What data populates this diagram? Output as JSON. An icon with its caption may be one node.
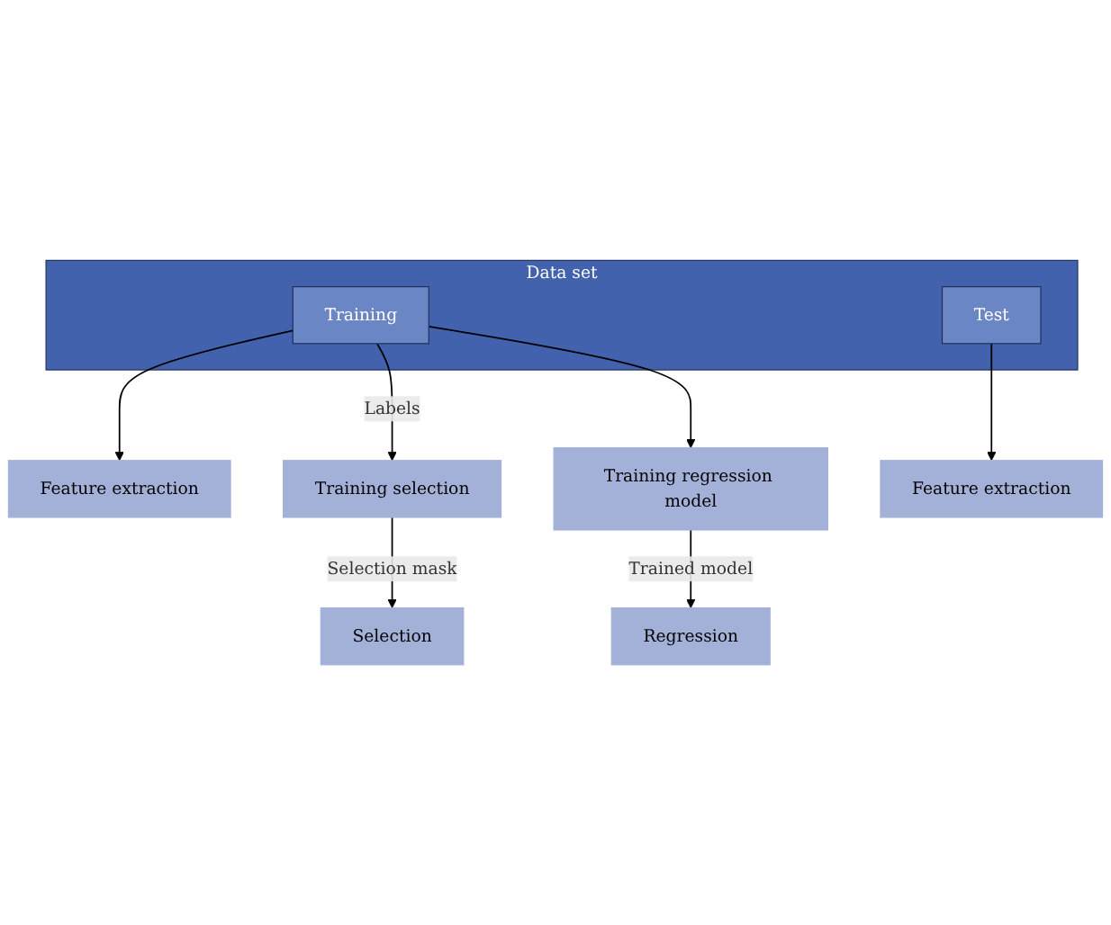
{
  "diagram": {
    "nodes": [
      {
        "text": [
          "Data set"
        ]
      },
      {
        "text": [
          "Training"
        ],
        "in": 0
      },
      {
        "text": [
          "Test"
        ],
        "in": 0
      },
      {
        "text": [
          "Feature extraction"
        ]
      },
      {
        "text": [
          "Training selection"
        ]
      },
      {
        "text": [
          "Training regression model"
        ]
      },
      {
        "text": [
          "Feature extraction"
        ]
      },
      {
        "text": [
          "Selection"
        ]
      },
      {
        "text": [
          "Regression"
        ]
      }
    ],
    "edges": [
      {
        "from": 1,
        "to": 4,
        "arrow": "to",
        "label": "Labels"
      },
      {
        "from": 1,
        "to": 5,
        "arrow": "to"
      },
      {
        "from": 1,
        "to": 3,
        "arrow": "to"
      },
      {
        "from": 2,
        "to": 6,
        "arrow": "to"
      },
      {
        "from": 4,
        "to": 7,
        "arrow": "to",
        "label": "Selection mask"
      },
      {
        "from": 5,
        "to": 8,
        "arrow": "to",
        "label": "Trained model"
      }
    ]
  }
}
